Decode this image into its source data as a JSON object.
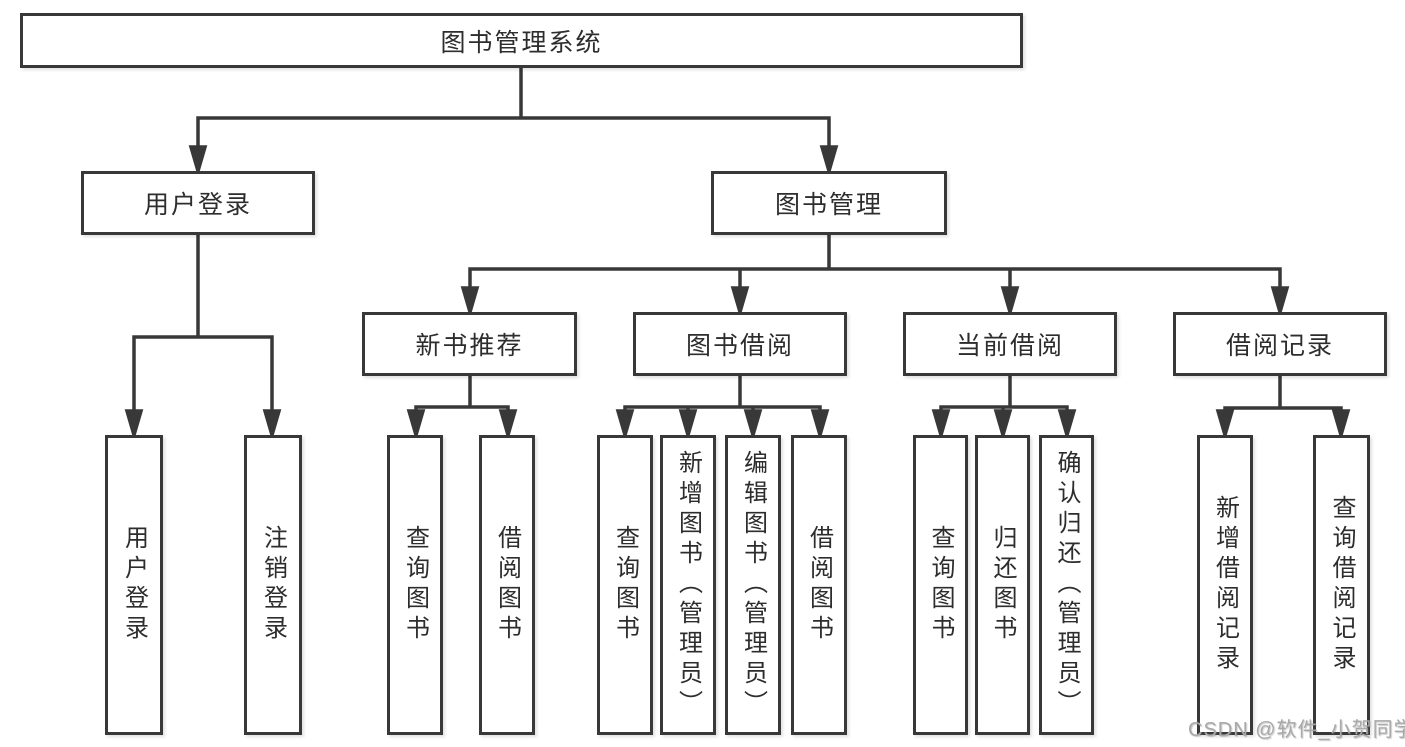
{
  "diagram": {
    "root": "图书管理系统",
    "level2": {
      "user_login": "用户登录",
      "book_management": "图书管理"
    },
    "level3": {
      "new_book_recommend": "新书推荐",
      "book_borrow": "图书借阅",
      "current_borrow": "当前借阅",
      "borrow_records": "借阅记录"
    },
    "leaves": {
      "user_login": "用户登录",
      "logout": "注销登录",
      "recommend_query_books": "查询图书",
      "recommend_borrow_books": "借阅图书",
      "borrow_query_books": "查询图书",
      "borrow_add_books": "新增图书（管理员）",
      "borrow_edit_books": "编辑图书（管理员）",
      "borrow_borrow_books": "借阅图书",
      "current_query_books": "查询图书",
      "current_return_books": "归还图书",
      "current_confirm_return": "确认归还（管理员）",
      "records_add_record": "新增借阅记录",
      "records_query_record": "查询借阅记录"
    }
  },
  "watermark": "CSDN @软件_小贺同学",
  "colors": {
    "line": "#383838",
    "text": "#2d2d2d",
    "background": "#ffffff",
    "watermark": "#a9a9a9"
  }
}
